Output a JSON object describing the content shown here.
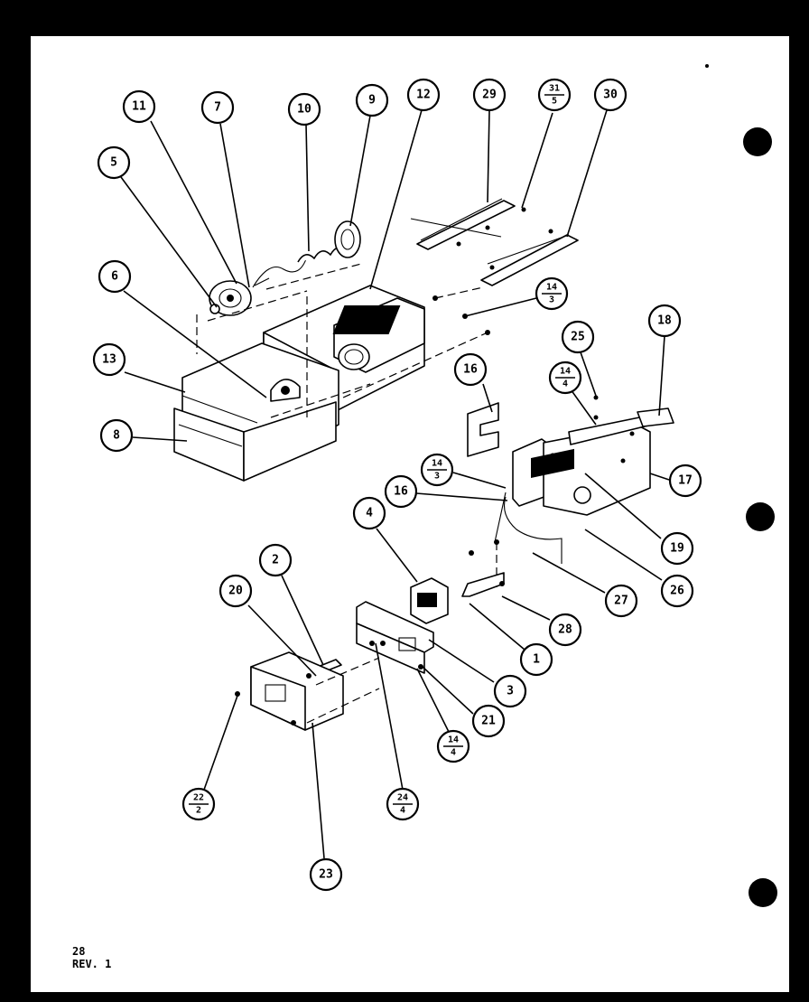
{
  "diagram": {
    "callouts": [
      {
        "id": "11",
        "label": "11",
        "frac": false
      },
      {
        "id": "7",
        "label": "7",
        "frac": false
      },
      {
        "id": "10",
        "label": "10",
        "frac": false
      },
      {
        "id": "9",
        "label": "9",
        "frac": false
      },
      {
        "id": "12",
        "label": "12",
        "frac": false
      },
      {
        "id": "29",
        "label": "29",
        "frac": false
      },
      {
        "id": "31-5",
        "num": "31",
        "den": "5",
        "frac": true
      },
      {
        "id": "30",
        "label": "30",
        "frac": false
      },
      {
        "id": "5",
        "label": "5",
        "frac": false
      },
      {
        "id": "6",
        "label": "6",
        "frac": false
      },
      {
        "id": "14-3-top",
        "num": "14",
        "den": "3",
        "frac": true
      },
      {
        "id": "13",
        "label": "13",
        "frac": false
      },
      {
        "id": "8",
        "label": "8",
        "frac": false
      },
      {
        "id": "25",
        "label": "25",
        "frac": false
      },
      {
        "id": "18",
        "label": "18",
        "frac": false
      },
      {
        "id": "16-top",
        "label": "16",
        "frac": false
      },
      {
        "id": "14-4-right",
        "num": "14",
        "den": "4",
        "frac": true
      },
      {
        "id": "17",
        "label": "17",
        "frac": false
      },
      {
        "id": "14-3-mid",
        "num": "14",
        "den": "3",
        "frac": true
      },
      {
        "id": "16-mid",
        "label": "16",
        "frac": false
      },
      {
        "id": "19",
        "label": "19",
        "frac": false
      },
      {
        "id": "26",
        "label": "26",
        "frac": false
      },
      {
        "id": "4",
        "label": "4",
        "frac": false
      },
      {
        "id": "27",
        "label": "27",
        "frac": false
      },
      {
        "id": "2",
        "label": "2",
        "frac": false
      },
      {
        "id": "20",
        "label": "20",
        "frac": false
      },
      {
        "id": "28",
        "label": "28",
        "frac": false
      },
      {
        "id": "1",
        "label": "1",
        "frac": false
      },
      {
        "id": "3",
        "label": "3",
        "frac": false
      },
      {
        "id": "21",
        "label": "21",
        "frac": false
      },
      {
        "id": "14-4-bottom",
        "num": "14",
        "den": "4",
        "frac": true
      },
      {
        "id": "22-2",
        "num": "22",
        "den": "2",
        "frac": true
      },
      {
        "id": "24-4",
        "num": "24",
        "den": "4",
        "frac": true
      },
      {
        "id": "23",
        "label": "23",
        "frac": false
      }
    ],
    "footer": {
      "page": "28",
      "revision": "REV. 1"
    },
    "colors": {
      "ink": "#000000",
      "paper": "#ffffff",
      "border": "#000000"
    }
  }
}
